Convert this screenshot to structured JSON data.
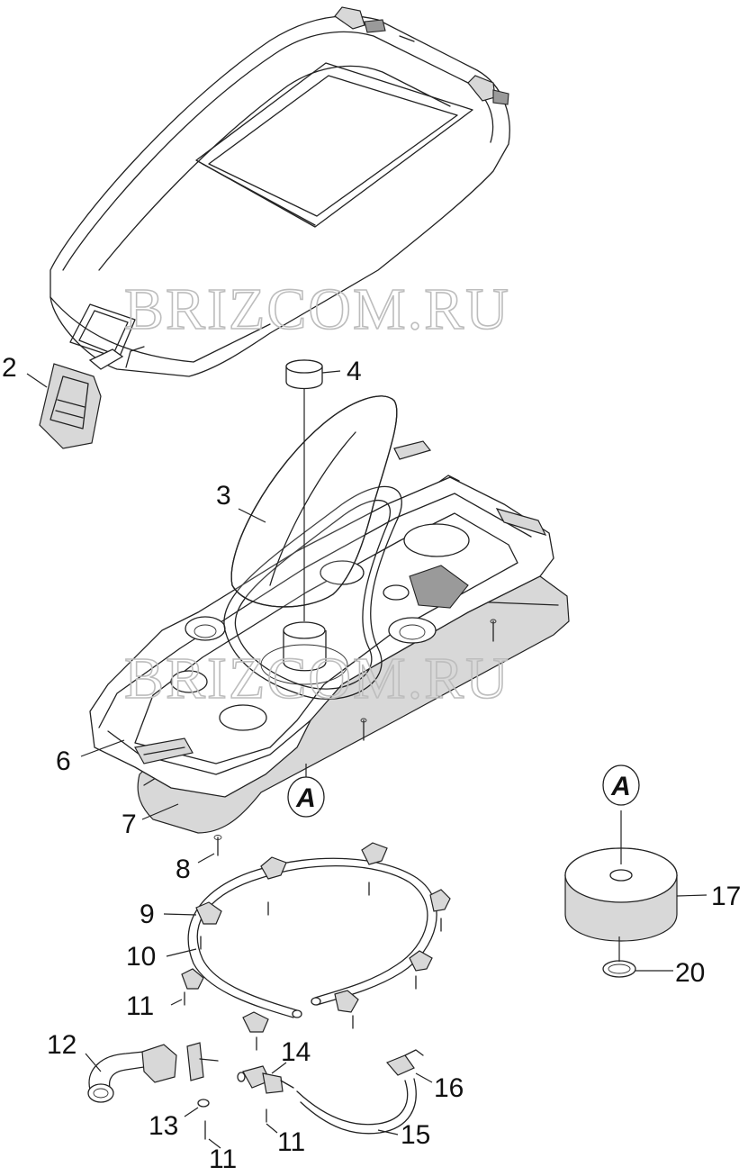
{
  "watermark": "BRIZCOM.RU",
  "reference_mark": "A",
  "callouts": {
    "c2": "2",
    "c3": "3",
    "c4": "4",
    "c6": "6",
    "c7": "7",
    "c8": "8",
    "c9": "9",
    "c10": "10",
    "c11a": "11",
    "c11b": "11",
    "c11c": "11",
    "c12": "12",
    "c13": "13",
    "c14": "14",
    "c15": "15",
    "c16": "16",
    "c17": "17",
    "c20": "20"
  }
}
